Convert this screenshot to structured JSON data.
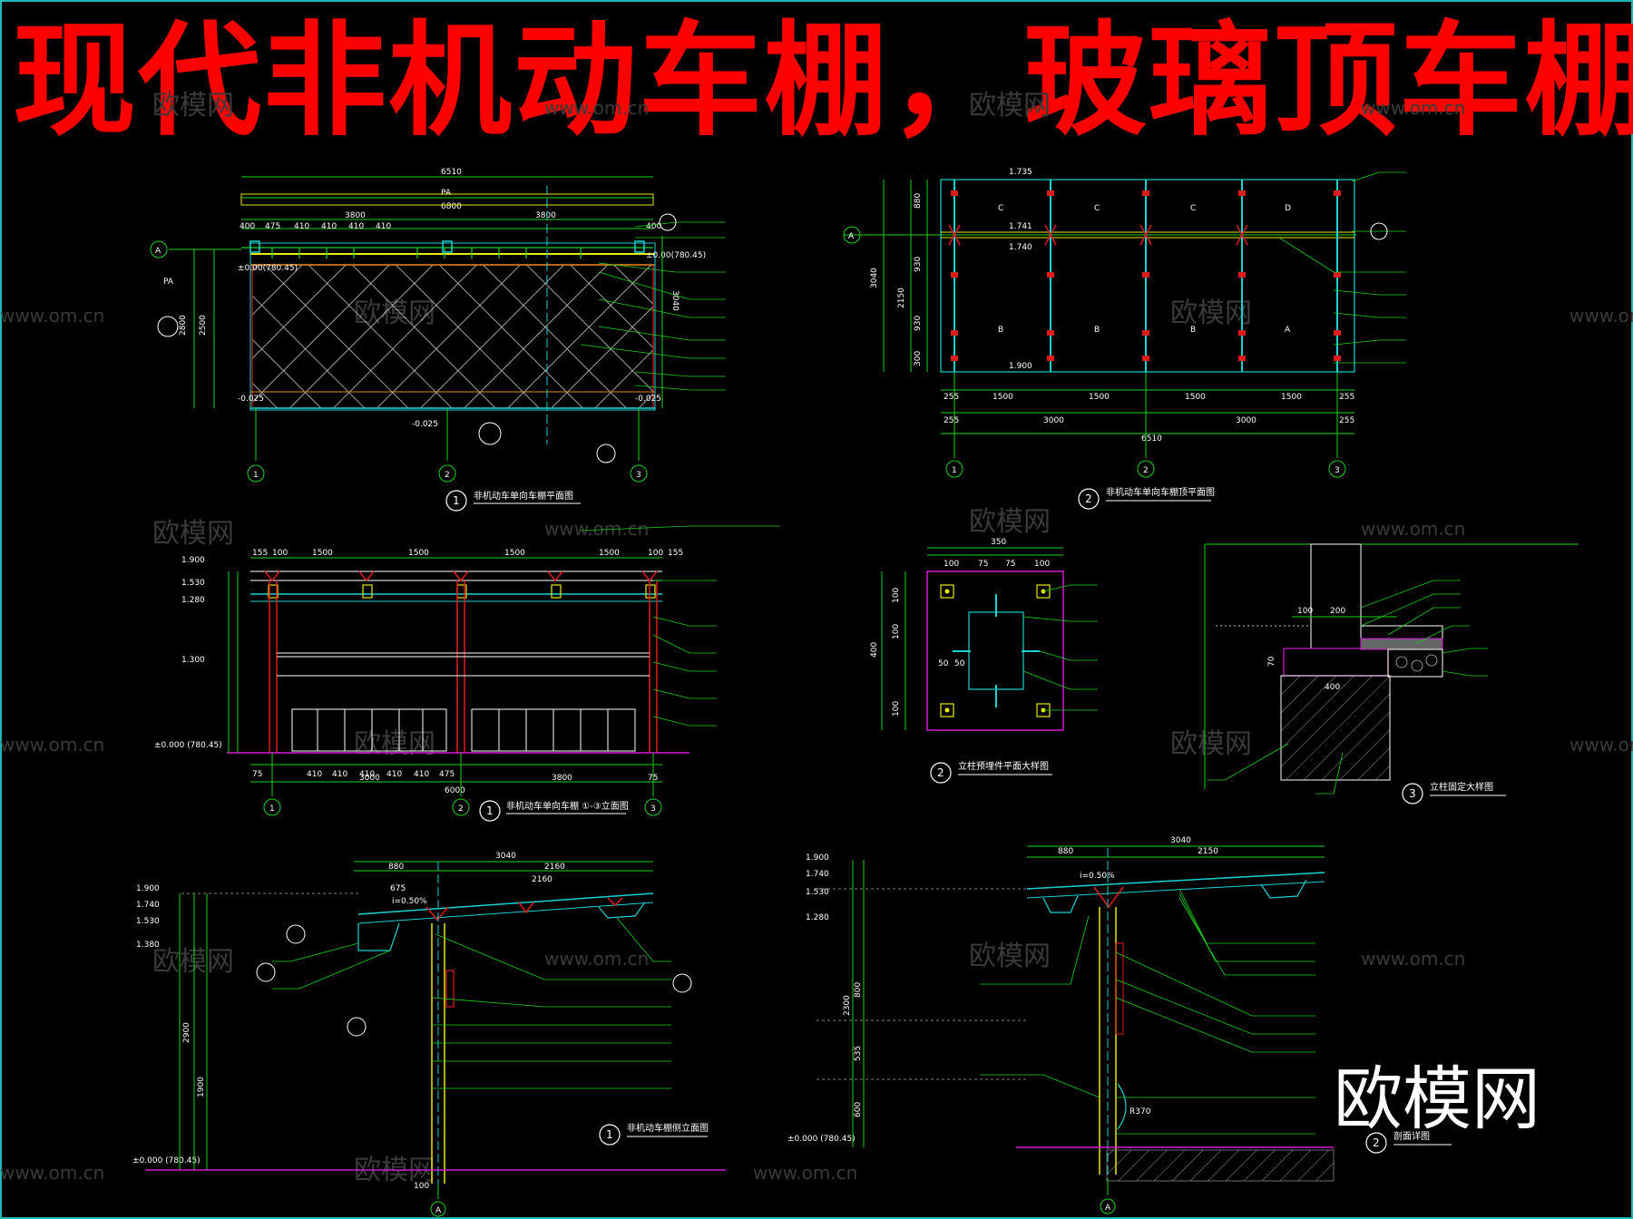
{
  "title": {
    "part1": "现代非机动车棚，",
    "part2": "玻璃顶车棚"
  },
  "watermark": {
    "logo": "欧模网",
    "text": "欧模网",
    "url": "www.om.cn"
  },
  "colors": {
    "bg": "#000000",
    "title": "#ff0000",
    "frame": "#1ab8b8",
    "green": "#19d219",
    "yellow": "#e8e800",
    "cyan": "#19d2d2",
    "red": "#e01b1b",
    "magenta": "#d21bd2",
    "white": "#ffffff",
    "orange": "#e08a1b"
  },
  "plan": {
    "dims_top": [
      "6510",
      "6800",
      "3800",
      "3800"
    ],
    "dims_sub": [
      "400",
      "475",
      "410",
      "410",
      "410",
      "410",
      "400"
    ],
    "label_pa": "PA",
    "level_left": "±0.00(780.45)",
    "level_right": "±0.00(780.45)",
    "level_bottom": "-0.025",
    "dims_side": [
      "2800",
      "2500",
      "3040"
    ],
    "axes": [
      "1",
      "2",
      "3"
    ],
    "axis_a": "A",
    "caption": "非机动车单向车棚平面图",
    "caption_num": "1"
  },
  "roof_plan": {
    "dims_bottom_sub": [
      "255",
      "1500",
      "1500",
      "1500",
      "1500",
      "255"
    ],
    "dims_bottom_mid": [
      "255",
      "3000",
      "3000",
      "255"
    ],
    "dims_bottom_total": "6510",
    "dims_side": [
      "880",
      "930",
      "930",
      "300",
      "3040",
      "2150"
    ],
    "levels": [
      "1.735",
      "1.741",
      "1.740",
      "1.900"
    ],
    "panels_top": [
      "C",
      "C",
      "C",
      "D"
    ],
    "panels_bottom": [
      "B",
      "B",
      "B",
      "A"
    ],
    "axes": [
      "1",
      "2",
      "3"
    ],
    "axis_a": "A",
    "caption": "非机动车单向车棚顶平面图",
    "caption_num": "2"
  },
  "elevation": {
    "dims_top": [
      "155",
      "100",
      "1500",
      "1500",
      "1500",
      "1500",
      "100",
      "155"
    ],
    "levels": [
      "1.900",
      "1.530",
      "1.280",
      "1.300",
      "±0.000  (780.45)"
    ],
    "dims_bottom_sub": [
      "75",
      "410",
      "410",
      "410",
      "410",
      "410",
      "475"
    ],
    "dims_bottom": [
      "3000",
      "3800",
      "75"
    ],
    "dims_bottom_total": "6000",
    "axes": [
      "1",
      "2",
      "3"
    ],
    "caption": "非机动车单向车棚 ①-③立面图",
    "caption_num": "1"
  },
  "base_plate": {
    "dims_top": [
      "350",
      "100",
      "75",
      "75",
      "100"
    ],
    "dims_side": [
      "100",
      "100",
      "400",
      "100"
    ],
    "dims_inner": [
      "50",
      "50"
    ],
    "caption": "立柱预埋件平面大样图",
    "caption_num": "2"
  },
  "foundation": {
    "dims": [
      "100",
      "200",
      "70",
      "400"
    ],
    "caption": "立柱固定大样图",
    "caption_num": "3"
  },
  "side_elev": {
    "dims_top": [
      "3040",
      "880",
      "2160",
      "675",
      "2160"
    ],
    "levels": [
      "1.900",
      "1.740",
      "1.530",
      "1.380",
      "±0.000 (780.45)"
    ],
    "slope": "i=0.50%",
    "dims_side": [
      "2900",
      "1900"
    ],
    "bottom": "100",
    "axis_a": "A",
    "caption": "非机动车棚侧立面图",
    "caption_num": "1"
  },
  "section": {
    "dims_top": [
      "3040",
      "880",
      "2150"
    ],
    "levels": [
      "1.900",
      "1.740",
      "1.530",
      "1.280",
      "±0.000 (780.45)"
    ],
    "slope": "i=0.50%",
    "dims_side": [
      "2300",
      "800",
      "535",
      "600"
    ],
    "radius": "R370",
    "axis_a": "A",
    "caption": "剖面详图",
    "caption_num": "2"
  }
}
